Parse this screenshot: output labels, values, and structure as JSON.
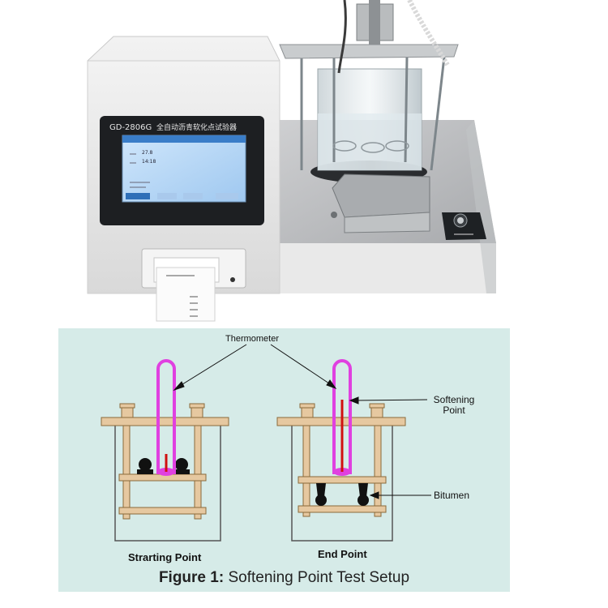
{
  "instrument": {
    "model_label": "GD-2806G",
    "chinese_name": "全自动沥青软化点试验器",
    "screen": {
      "value_1": "27.8",
      "value_2": "14:18"
    }
  },
  "diagram": {
    "labels": {
      "thermometer": "Thermometer",
      "softening_point": "Softening\nPoint",
      "bitumen": "Bitumen",
      "starting_point": "Strarting Point",
      "end_point": "End Point"
    },
    "caption_prefix": "Figure 1:",
    "caption_text": " Softening Point Test Setup"
  },
  "colors": {
    "panel_bg": "#d6ebe8",
    "frame": "#e6c8a0",
    "frame_stroke": "#8a6a3a",
    "thermometer": "#e040e0",
    "mercury": "#d01010",
    "bitumen": "#111111"
  }
}
